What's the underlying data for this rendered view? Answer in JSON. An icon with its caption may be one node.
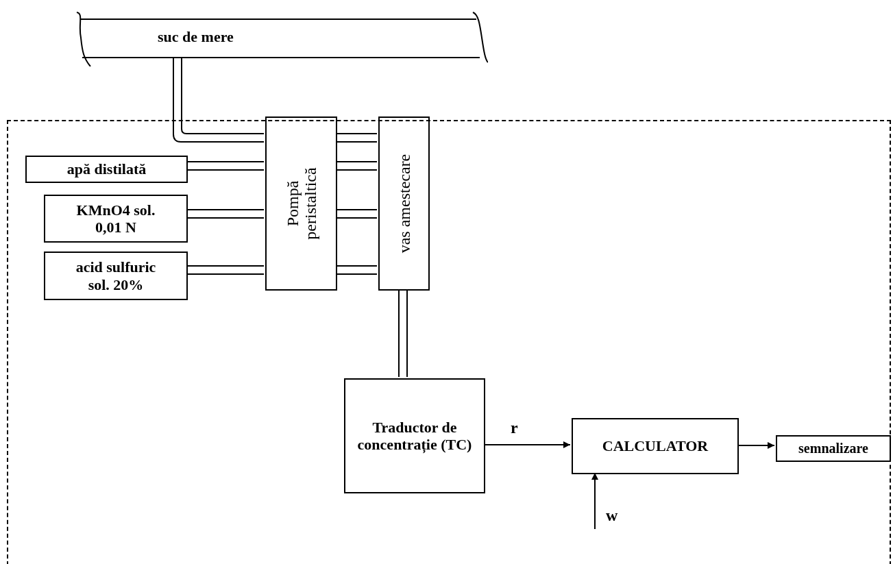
{
  "diagram": {
    "nodes": [
      {
        "text": [
          "suc de mere"
        ]
      },
      {
        "text": [],
        "shape": "box"
      },
      {
        "text": [
          "apă distilată"
        ],
        "in": 1
      },
      {
        "text": [
          "KMnO4 sol. 0,01 N"
        ],
        "in": 1
      },
      {
        "text": [
          "acid sulfuric sol. 20%"
        ],
        "in": 1
      },
      {
        "text": [
          "Pompă peristaltică"
        ],
        "in": 1
      },
      {
        "text": [
          "vas amestecare"
        ],
        "in": 1
      },
      {
        "text": [
          "Traductor de concentrație (TC)"
        ],
        "in": 1
      },
      {
        "text": [
          "CALCULATOR"
        ],
        "in": 1
      },
      {
        "text": [
          "semnalizare"
        ],
        "in": 1
      }
    ],
    "edges": [
      {
        "from": 0,
        "to": 5,
        "arrow": "none"
      },
      {
        "from": 2,
        "to": 5,
        "arrow": "none"
      },
      {
        "from": 3,
        "to": 5,
        "arrow": "none"
      },
      {
        "from": 4,
        "to": 5,
        "arrow": "none"
      },
      {
        "from": 5,
        "to": 6,
        "arrow": "none"
      },
      {
        "from": 5,
        "to": 6,
        "arrow": "none"
      },
      {
        "from": 5,
        "to": 6,
        "arrow": "none"
      },
      {
        "from": 5,
        "to": 6,
        "arrow": "none"
      },
      {
        "from": 6,
        "to": 7,
        "arrow": "none"
      },
      {
        "from": 7,
        "to": 8,
        "arrow": "to",
        "label": "r"
      },
      {
        "from": 8,
        "to": 9,
        "arrow": "to"
      },
      {
        "from": null,
        "to": 8,
        "arrow": "to",
        "label": "w"
      }
    ]
  }
}
